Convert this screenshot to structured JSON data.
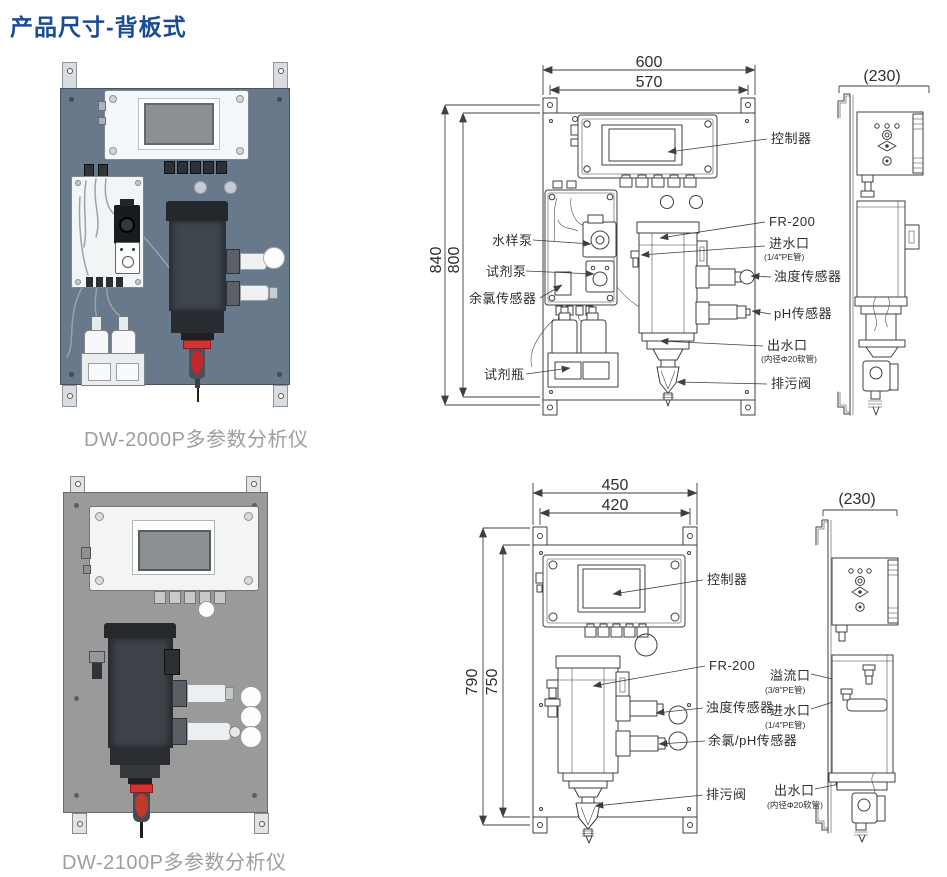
{
  "page": {
    "title": "产品尺寸-背板式"
  },
  "dw2000p": {
    "caption": "DW-2000P多参数分析仪",
    "dims": {
      "width_outer": "600",
      "width_inner": "570",
      "height_outer": "840",
      "height_inner": "800",
      "depth": "(230)"
    },
    "labels": {
      "controller": "控制器",
      "sample_pump": "水样泵",
      "reagent_pump": "试剂泵",
      "chlorine_sensor": "余氯传感器",
      "reagent_bottle": "试剂瓶",
      "fr200": "FR-200",
      "inlet": "进水口",
      "inlet_sub": "(1/4\"PE管)",
      "turbidity_sensor": "浊度传感器",
      "ph_sensor": "pH传感器",
      "outlet": "出水口",
      "outlet_sub": "(内径Φ20软管)",
      "drain_valve": "排污阀"
    }
  },
  "dw2100p": {
    "caption": "DW-2100P多参数分析仪",
    "dims": {
      "width_outer": "450",
      "width_inner": "420",
      "height_outer": "790",
      "height_inner": "750",
      "depth": "(230)"
    },
    "labels": {
      "controller": "控制器",
      "fr200": "FR-200",
      "overflow": "溢流口",
      "overflow_sub": "(3/8\"PE管)",
      "turbidity_sensor": "浊度传感器",
      "inlet": "进水口",
      "inlet_sub": "(1/4\"PE管)",
      "chlorine_ph_sensor": "余氯/pH传感器",
      "drain_valve": "排污阀",
      "outlet": "出水口",
      "outlet_sub": "(内径Φ20软管)"
    }
  }
}
